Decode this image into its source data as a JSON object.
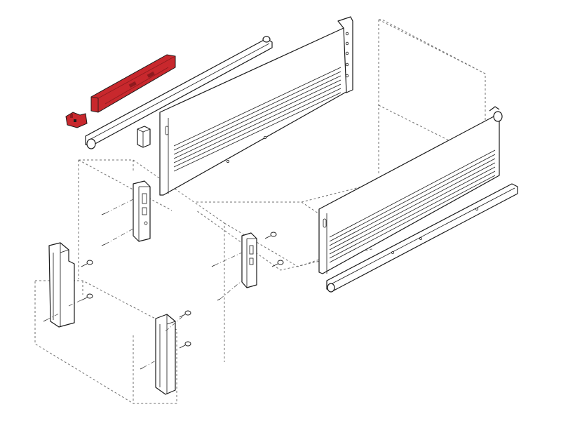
{
  "diagram": {
    "type": "exploded-assembly",
    "colors": {
      "background": "#ffffff",
      "line": "#1a1a1a",
      "dashed_outline": "#6f6f6f",
      "highlight": "#c8282d",
      "highlight_dark": "#8e1a1e"
    },
    "highlighted_parts": [
      "soft-close-damper",
      "damper-bracket"
    ],
    "parts": [
      "left-drawer-side-panel",
      "right-drawer-side-panel",
      "left-drawer-runner",
      "right-drawer-runner",
      "front-connector-bracket-left",
      "front-connector-bracket-right",
      "cabinet-rail-bracket-left",
      "cabinet-rail-bracket-right",
      "end-cap",
      "screws"
    ]
  }
}
